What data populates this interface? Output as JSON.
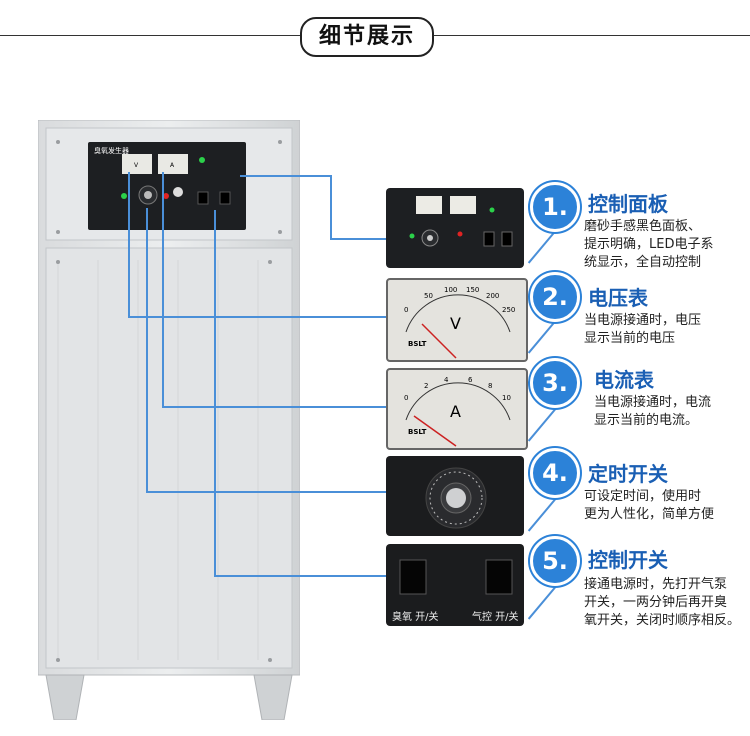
{
  "header": {
    "title": "细节展示"
  },
  "cabinet": {
    "panel_label": "臭氧发生器",
    "meter_v_letter": "V",
    "meter_a_letter": "A"
  },
  "voltmeter": {
    "ticks": [
      "0",
      "50",
      "100",
      "150",
      "200",
      "250"
    ],
    "unit": "V",
    "brand": "BSLT"
  },
  "ammeter": {
    "ticks": [
      "0",
      "2",
      "4",
      "6",
      "8",
      "10"
    ],
    "unit": "A",
    "brand": "BSLT"
  },
  "switches": {
    "left_label": "臭氧 开/关",
    "right_label": "气控 开/关"
  },
  "features": [
    {
      "number": "1.",
      "title": "控制面板",
      "desc": "磨砂手感黑色面板、\n提示明确，LED电子系\n统显示，全自动控制"
    },
    {
      "number": "2.",
      "title": "电压表",
      "desc": "当电源接通时，电压\n显示当前的电压"
    },
    {
      "number": "3.",
      "title": "电流表",
      "desc": "当电源接通时，电流\n显示当前的电流。"
    },
    {
      "number": "4.",
      "title": "定时开关",
      "desc": "可设定时间，使用时\n更为人性化，简单方便"
    },
    {
      "number": "5.",
      "title": "控制开关",
      "desc": "接通电源时，先打开气泵\n开关，一两分钟后再开臭\n氧开关，关闭时顺序相反。"
    }
  ],
  "colors": {
    "accent": "#2c82d8",
    "title": "#1a5fb4",
    "lead": "#4a8fd8"
  }
}
